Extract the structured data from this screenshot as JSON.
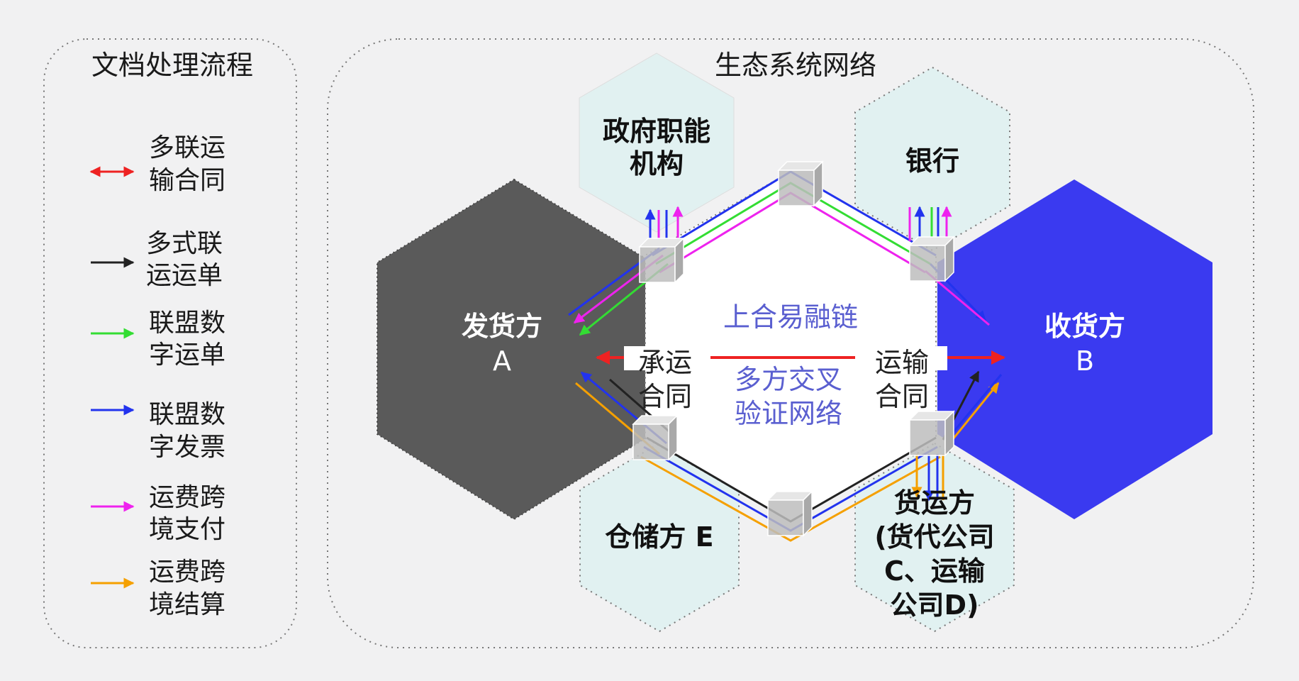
{
  "titles": {
    "legend": "文档处理流程",
    "ecosystem": "生态系统网络"
  },
  "legend": [
    {
      "line1": "多联运",
      "line2": "输合同",
      "color": "#ee2222"
    },
    {
      "line1": "多式联",
      "line2": "运运单",
      "color": "#222222"
    },
    {
      "line1": "联盟数",
      "line2": "字运单",
      "color": "#33dd33"
    },
    {
      "line1": "联盟数",
      "line2": "字发票",
      "color": "#2233ee"
    },
    {
      "line1": "运费跨",
      "line2": "境支付",
      "color": "#ee22ee"
    },
    {
      "line1": "运费跨",
      "line2": "境结算",
      "color": "#f5a000"
    }
  ],
  "nodes": {
    "gov": {
      "line1": "政府职能",
      "line2": "机构"
    },
    "bank": {
      "line1": "银行"
    },
    "shipper": {
      "line1": "发货方",
      "line2": "A"
    },
    "consignee": {
      "line1": "收货方",
      "line2": "B"
    },
    "warehouse": {
      "line1": "仓储方 E"
    },
    "forwarder": {
      "line1": "货运方",
      "line2": "(货代公司",
      "line3": "C、运输",
      "line4": "公司D)"
    }
  },
  "center": {
    "top": "上合易融链",
    "bottom1": "多方交叉",
    "bottom2": "验证网络"
  },
  "contracts": {
    "left1": "承运",
    "left2": "合同",
    "right1": "运输",
    "right2": "合同"
  },
  "colors": {
    "shipper_hex": "#5a5a5a",
    "consignee_hex": "#3a3af0",
    "light_hex": "#e1f1f1"
  }
}
